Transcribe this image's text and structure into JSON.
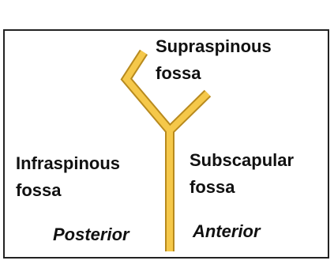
{
  "labels": {
    "supraspinous_line1": "Supraspinous",
    "supraspinous_line2": "fossa",
    "infraspinous_line1": "Infraspinous",
    "infraspinous_line2": "fossa",
    "subscapular_line1": "Subscapular",
    "subscapular_line2": "fossa",
    "posterior": "Posterior",
    "anterior": "Anterior"
  },
  "colors": {
    "scapula_fill": "#f5c84a",
    "scapula_outline": "#b88a1e",
    "border": "#222222",
    "text": "#111111"
  }
}
